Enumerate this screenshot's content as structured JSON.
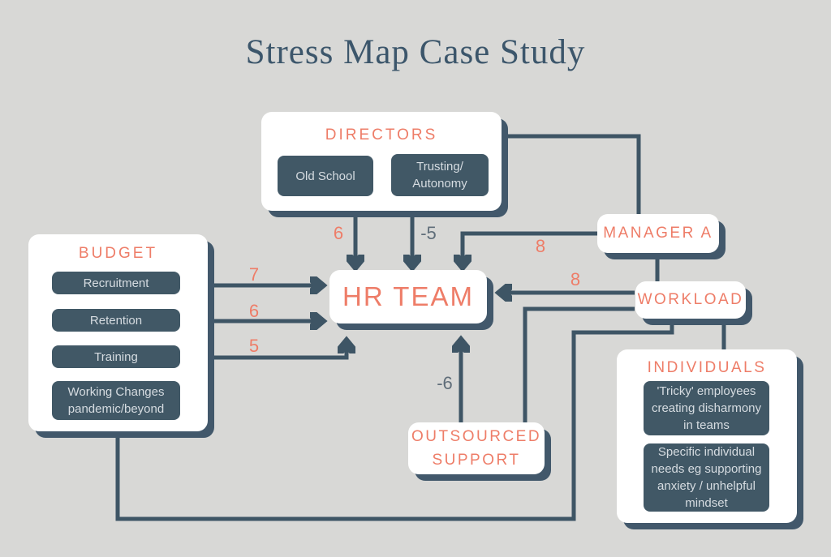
{
  "title": "Stress Map Case Study",
  "colors": {
    "background": "#d8d8d6",
    "coral": "#ee7d68",
    "slate": "#3e5565",
    "negative_label": "#5f6d79",
    "node_fill": "#ffffff",
    "dark_item_fill": "#415866",
    "dark_item_text": "#d6dce1",
    "title_text": "#3c566b",
    "shadow": "#42586b"
  },
  "nodes": {
    "directors": {
      "title": "DIRECTORS",
      "items": [
        "Old School",
        "Trusting/\nAutonomy"
      ]
    },
    "budget": {
      "title": "BUDGET",
      "items": [
        "Recruitment",
        "Retention",
        "Training",
        "Working Changes\npandemic/beyond"
      ]
    },
    "hr_team": {
      "title": "HR TEAM"
    },
    "manager_a": {
      "title": "MANAGER A"
    },
    "workload": {
      "title": "WORKLOAD"
    },
    "outsourced_support": {
      "title": "OUTSOURCED\nSUPPORT"
    },
    "individuals": {
      "title": "INDIVIDUALS",
      "items": [
        "'Tricky' employees\ncreating disharmony\nin teams",
        "Specific individual\nneeds eg supporting\nanxiety / unhelpful\nmindset"
      ]
    }
  },
  "edge_labels": [
    {
      "value": "6",
      "from": "directors",
      "to": "hr_team"
    },
    {
      "value": "-5",
      "from": "directors",
      "to": "hr_team"
    },
    {
      "value": "8",
      "from": "manager_a",
      "to": "hr_team"
    },
    {
      "value": "8",
      "from": "workload",
      "to": "hr_team"
    },
    {
      "value": "7",
      "from": "budget",
      "to": "hr_team"
    },
    {
      "value": "6",
      "from": "budget",
      "to": "hr_team"
    },
    {
      "value": "5",
      "from": "budget",
      "to": "hr_team"
    },
    {
      "value": "-6",
      "from": "outsourced_support",
      "to": "hr_team"
    }
  ]
}
